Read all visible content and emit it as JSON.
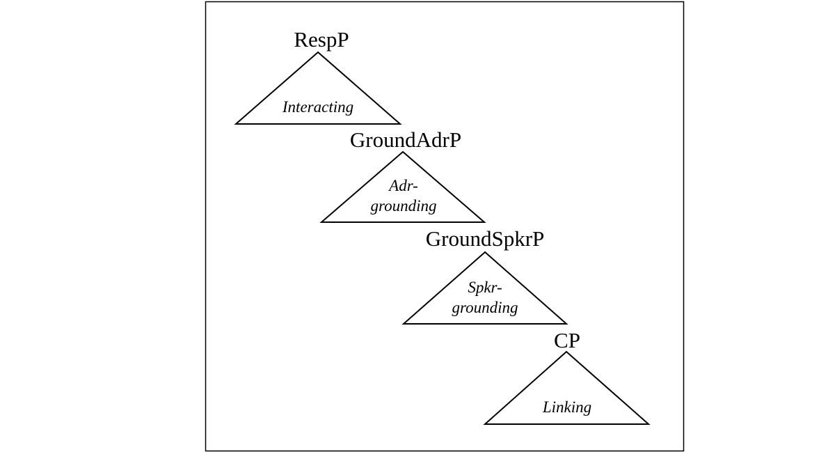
{
  "nodes": [
    {
      "label": "RespP",
      "content": [
        "Interacting"
      ]
    },
    {
      "label": "GroundAdrP",
      "content": [
        "Adr-",
        "grounding"
      ]
    },
    {
      "label": "GroundSpkrP",
      "content": [
        "Spkr-",
        "grounding"
      ]
    },
    {
      "label": "CP",
      "content": [
        "Linking"
      ]
    }
  ]
}
